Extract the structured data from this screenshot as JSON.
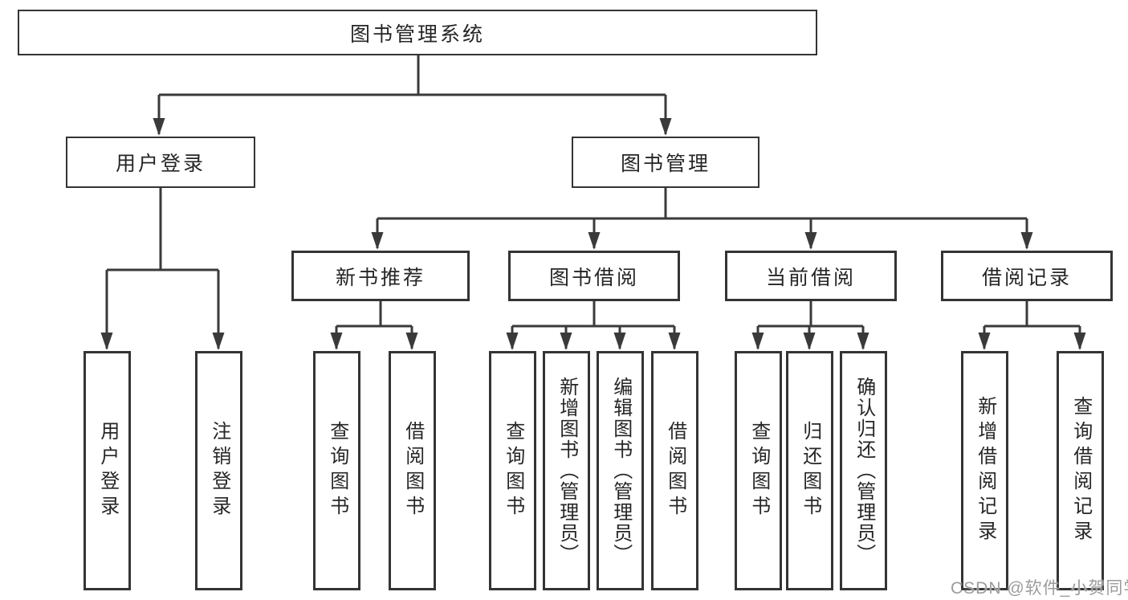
{
  "diagram": {
    "root": {
      "label": "图书管理系统"
    },
    "level2": [
      {
        "label": "用户登录"
      },
      {
        "label": "图书管理"
      }
    ],
    "level3": [
      {
        "label": "新书推荐"
      },
      {
        "label": "图书借阅"
      },
      {
        "label": "当前借阅"
      },
      {
        "label": "借阅记录"
      }
    ],
    "leaves": {
      "user_login": [
        "用户登录",
        "注销登录"
      ],
      "new_book_recommend": [
        "查询图书",
        "借阅图书"
      ],
      "book_borrow": [
        "查询图书",
        "新增图书（管理员）",
        "编辑图书（管理员）",
        "借阅图书"
      ],
      "current_borrow": [
        "查询图书",
        "归还图书",
        "确认归还（管理员）"
      ],
      "borrow_records": [
        "新增借阅记录",
        "查询借阅记录"
      ]
    },
    "line_color": "#3a3a3a"
  },
  "watermark": {
    "text": "CSDN @软件_小贺同学",
    "color": "#9c9c9c"
  }
}
